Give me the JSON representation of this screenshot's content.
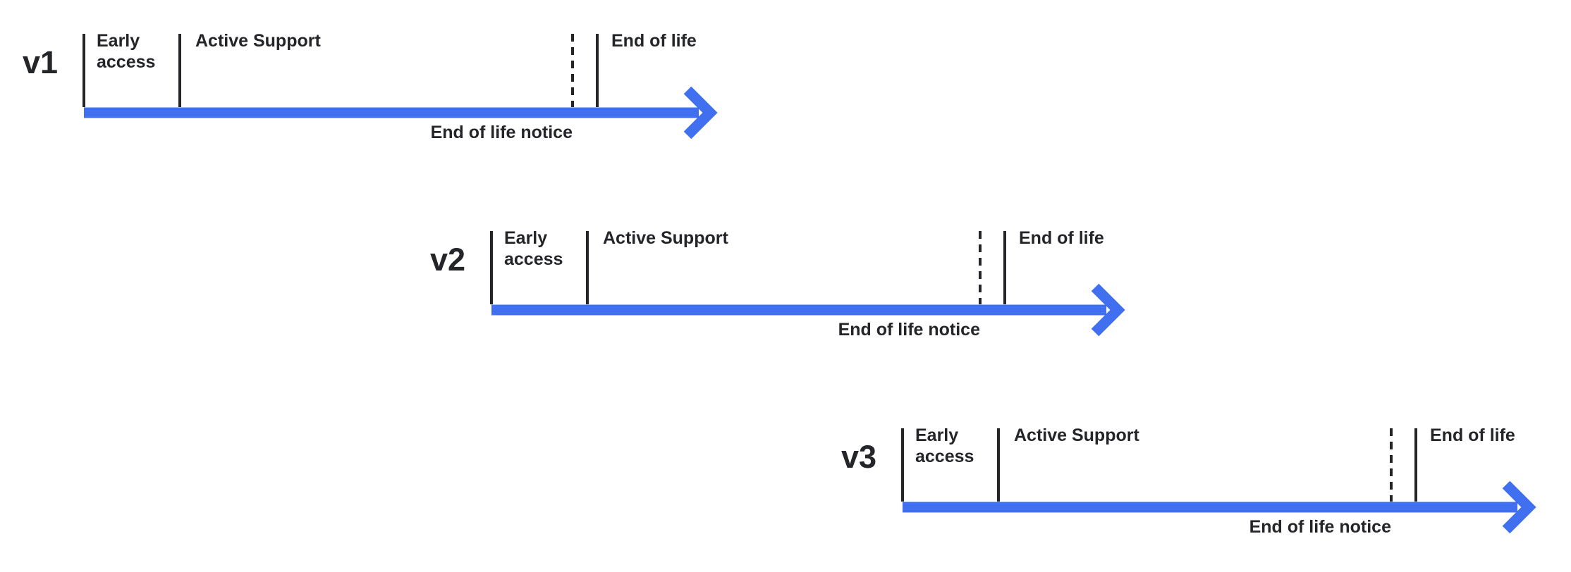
{
  "colors": {
    "accent_blue": "#4070F0",
    "ink": "#232529",
    "page_bg": "#ffffff"
  },
  "diagram": {
    "description": "Staggered version release lifecycle timelines",
    "timelines": [
      {
        "version": "v1",
        "early_access": "Early access",
        "active_support": "Active Support",
        "end_of_life": "End of life",
        "end_of_life_notice": "End of life notice"
      },
      {
        "version": "v2",
        "early_access": "Early access",
        "active_support": "Active Support",
        "end_of_life": "End of life",
        "end_of_life_notice": "End of life notice"
      },
      {
        "version": "v3",
        "early_access": "Early access",
        "active_support": "Active Support",
        "end_of_life": "End of life",
        "end_of_life_notice": "End of life notice"
      }
    ]
  }
}
